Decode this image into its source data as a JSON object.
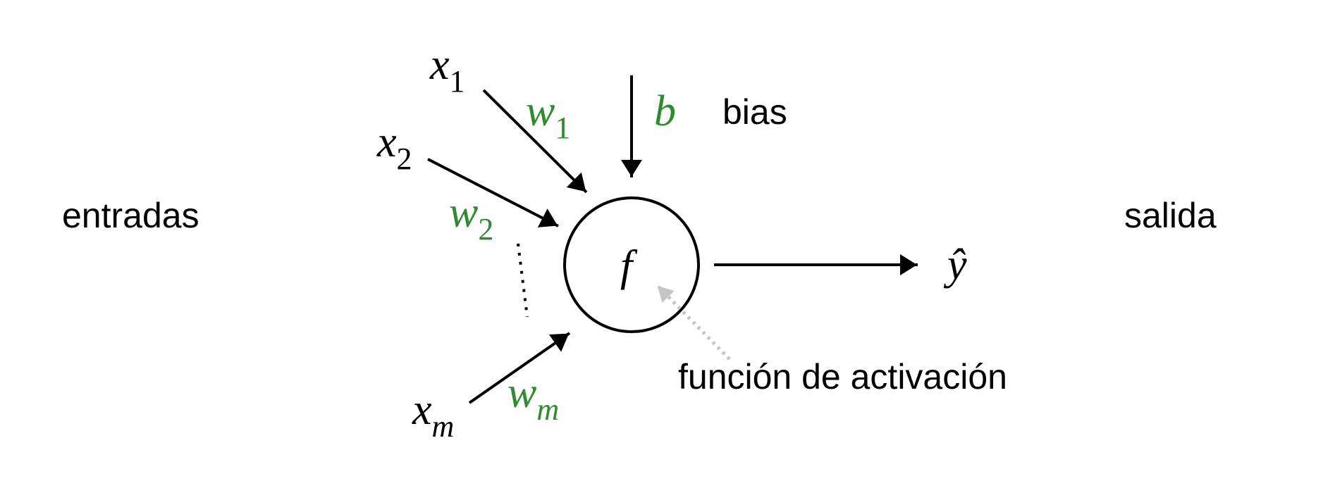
{
  "labels": {
    "inputs": "entradas",
    "output": "salida",
    "bias": "bias",
    "activation": "función de activación"
  },
  "inputs": [
    {
      "var": "x",
      "sub": "1",
      "weight": "w",
      "weight_sub": "1"
    },
    {
      "var": "x",
      "sub": "2",
      "weight": "w",
      "weight_sub": "2"
    },
    {
      "var": "x",
      "sub": "m",
      "weight": "w",
      "weight_sub": "m"
    }
  ],
  "bias_symbol": "b",
  "function_symbol": "f",
  "output_symbol": "ŷ",
  "colors": {
    "weight": "#2e8b2e",
    "activation_pointer": "#c6c6c6",
    "lines": "#000000"
  }
}
